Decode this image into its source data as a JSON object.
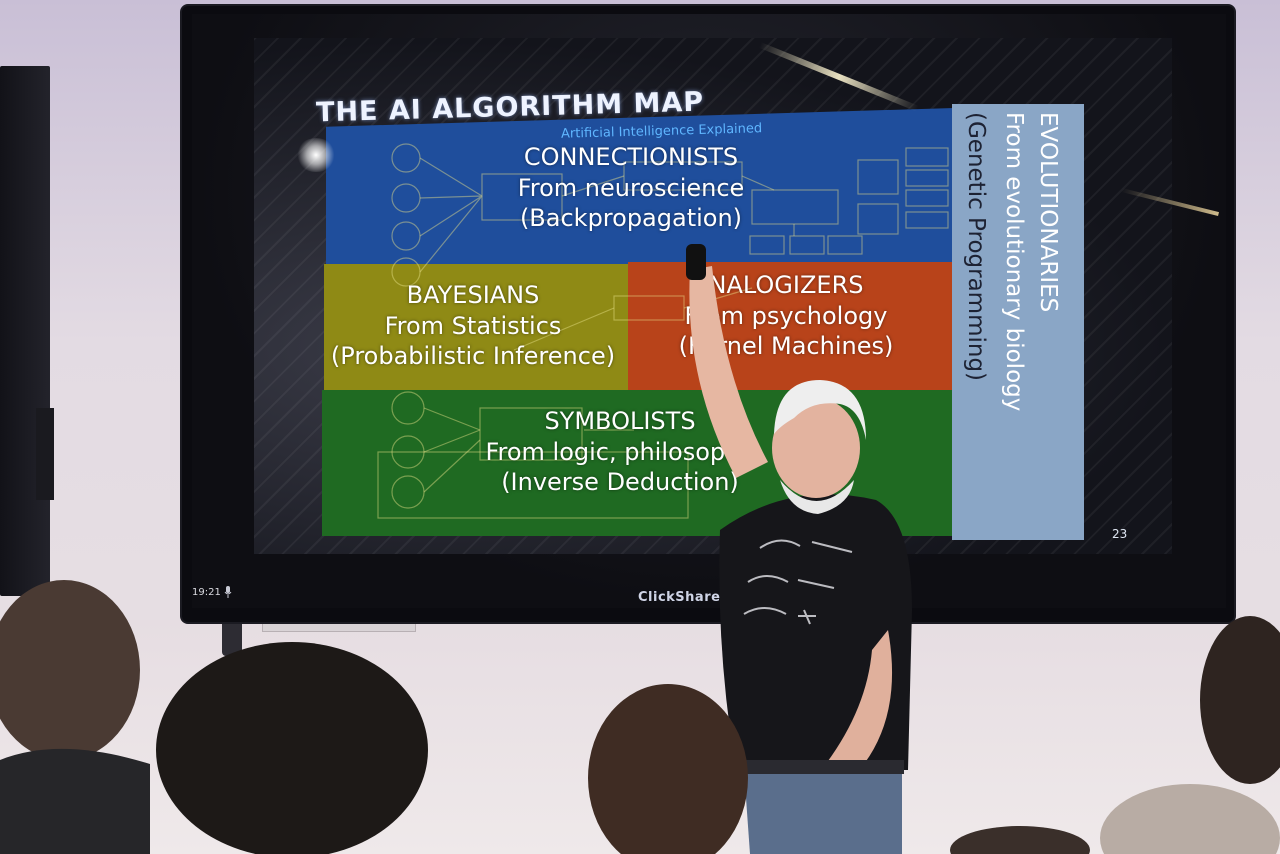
{
  "slide": {
    "title": "THE AI ALGORITHM MAP",
    "subtitle": "Artificial Intelligence Explained",
    "page_number": "23"
  },
  "tribes": {
    "connectionists": {
      "name": "CONNECTIONISTS",
      "origin": "From neuroscience",
      "method": "(Backpropagation)"
    },
    "bayesians": {
      "name": "BAYESIANS",
      "origin": "From Statistics",
      "method": "(Probabilistic Inference)"
    },
    "analogizers": {
      "name": "NALOGIZERS",
      "origin": "From psychology",
      "method": "(Kernel Machines)"
    },
    "symbolists": {
      "name": "SYMBOLISTS",
      "origin": "From logic, philosophy",
      "method": "(Inverse Deduction)"
    },
    "evolutionaries": {
      "name": "EVOLUTIONARIES",
      "origin": "From evolutionary biology",
      "method": "(Genetic Programming)"
    }
  },
  "screen_bar": {
    "clock": "19:21",
    "brand": "ClickShare"
  },
  "colors": {
    "connectionists": "#1f4e9c",
    "bayesians": "#8f8a15",
    "analogizers": "#b8431a",
    "symbolists": "#1f6a22",
    "evolutionaries": "#8aa6c6"
  }
}
